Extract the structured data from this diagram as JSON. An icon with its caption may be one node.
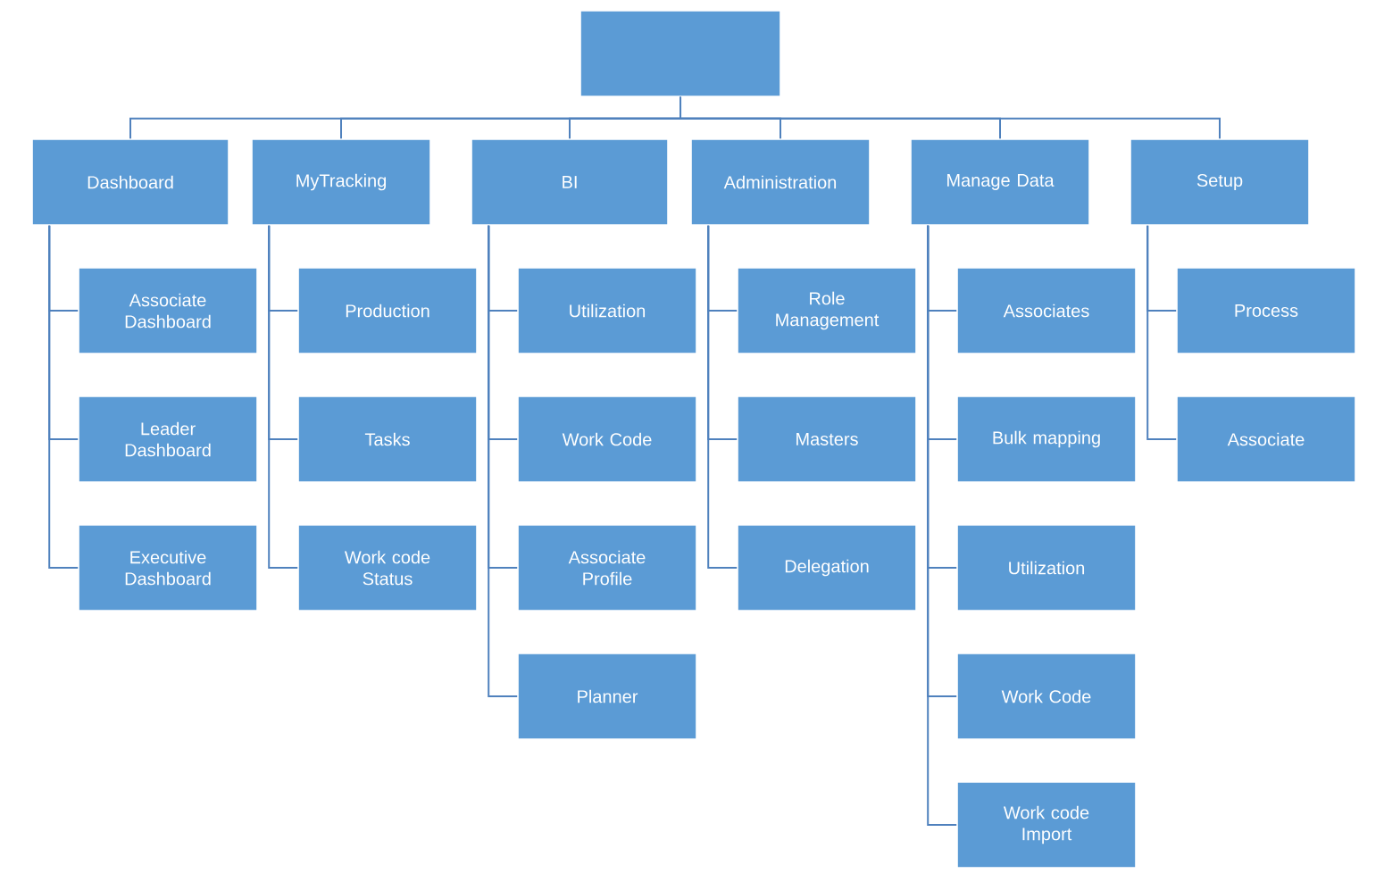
{
  "diagram": {
    "nodes": [
      {
        "text": [],
        "shape": "box"
      },
      {
        "text": [
          "Dashboard"
        ]
      },
      {
        "text": [
          "Associate Dashboard"
        ]
      },
      {
        "text": [
          "Leader Dashboard"
        ]
      },
      {
        "text": [
          "Executive Dashboard"
        ]
      },
      {
        "text": [
          "MyTracking"
        ]
      },
      {
        "text": [
          "Production"
        ]
      },
      {
        "text": [
          "Tasks"
        ]
      },
      {
        "text": [
          "Work code Status"
        ]
      },
      {
        "text": [
          "BI"
        ]
      },
      {
        "text": [
          "Utilization"
        ]
      },
      {
        "text": [
          "Work Code"
        ]
      },
      {
        "text": [
          "Associate Profile"
        ]
      },
      {
        "text": [
          "Planner"
        ]
      },
      {
        "text": [
          "Administration"
        ]
      },
      {
        "text": [
          "Role Management"
        ]
      },
      {
        "text": [
          "Masters"
        ]
      },
      {
        "text": [
          "Delegation"
        ]
      },
      {
        "text": [
          "Manage Data"
        ]
      },
      {
        "text": [
          "Associates"
        ]
      },
      {
        "text": [
          "Bulk mapping"
        ]
      },
      {
        "text": [
          "Utilization"
        ]
      },
      {
        "text": [
          "Work Code"
        ]
      },
      {
        "text": [
          "Work code Import"
        ]
      },
      {
        "text": [
          "Setup"
        ]
      },
      {
        "text": [
          "Process"
        ]
      },
      {
        "text": [
          "Associate"
        ]
      }
    ],
    "edges": [
      {
        "from": 0,
        "to": 1,
        "arrow": "none"
      },
      {
        "from": 0,
        "to": 5,
        "arrow": "none"
      },
      {
        "from": 0,
        "to": 9,
        "arrow": "none"
      },
      {
        "from": 0,
        "to": 14,
        "arrow": "none"
      },
      {
        "from": 0,
        "to": 18,
        "arrow": "none"
      },
      {
        "from": 0,
        "to": 24,
        "arrow": "none"
      },
      {
        "from": 1,
        "to": 2,
        "arrow": "none"
      },
      {
        "from": 1,
        "to": 3,
        "arrow": "none"
      },
      {
        "from": 1,
        "to": 4,
        "arrow": "none"
      },
      {
        "from": 5,
        "to": 6,
        "arrow": "none"
      },
      {
        "from": 5,
        "to": 7,
        "arrow": "none"
      },
      {
        "from": 5,
        "to": 8,
        "arrow": "none"
      },
      {
        "from": 9,
        "to": 10,
        "arrow": "none"
      },
      {
        "from": 9,
        "to": 11,
        "arrow": "none"
      },
      {
        "from": 9,
        "to": 12,
        "arrow": "none"
      },
      {
        "from": 9,
        "to": 13,
        "arrow": "none"
      },
      {
        "from": 14,
        "to": 15,
        "arrow": "none"
      },
      {
        "from": 14,
        "to": 16,
        "arrow": "none"
      },
      {
        "from": 14,
        "to": 17,
        "arrow": "none"
      },
      {
        "from": 18,
        "to": 19,
        "arrow": "none"
      },
      {
        "from": 18,
        "to": 20,
        "arrow": "none"
      },
      {
        "from": 18,
        "to": 21,
        "arrow": "none"
      },
      {
        "from": 18,
        "to": 22,
        "arrow": "none"
      },
      {
        "from": 18,
        "to": 23,
        "arrow": "none"
      },
      {
        "from": 24,
        "to": 25,
        "arrow": "none"
      },
      {
        "from": 24,
        "to": 26,
        "arrow": "none"
      }
    ]
  }
}
